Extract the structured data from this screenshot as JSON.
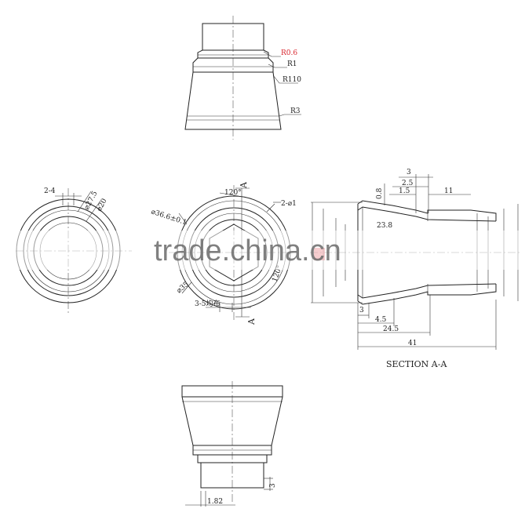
{
  "top_view": {
    "labels": {
      "r06": "R0.6",
      "r1": "R1",
      "r110": "R110",
      "r3": "R3"
    }
  },
  "left_view": {
    "labels": {
      "two_four": "2-4",
      "d275": "⌀27.5",
      "d20": "⌀20"
    }
  },
  "middle_view": {
    "labels": {
      "angle_top": "120°",
      "section_mark_top": "A",
      "two_d1": "2-⌀1",
      "d366": "⌀36.6±0.1",
      "d35": "⌀35",
      "angle_right": "120°",
      "three_five": "3-5均布",
      "section_mark_bottom": "A"
    }
  },
  "section_view": {
    "labels": {
      "three_top": "3",
      "two_five": "2.5",
      "zero_eight": "0.8",
      "one_five": "1.5",
      "eleven": "11",
      "d238": "23.8",
      "three_bottom": "3",
      "four_five": "4.5",
      "twenty_four_five": "24.5",
      "forty_one": "41",
      "caption": "SECTION A-A"
    },
    "highlight_color": "#d8242d"
  },
  "bottom_view": {
    "labels": {
      "three": "3",
      "one_eight_two": "1.82"
    }
  },
  "watermark": {
    "text": "trade.china.cn"
  }
}
